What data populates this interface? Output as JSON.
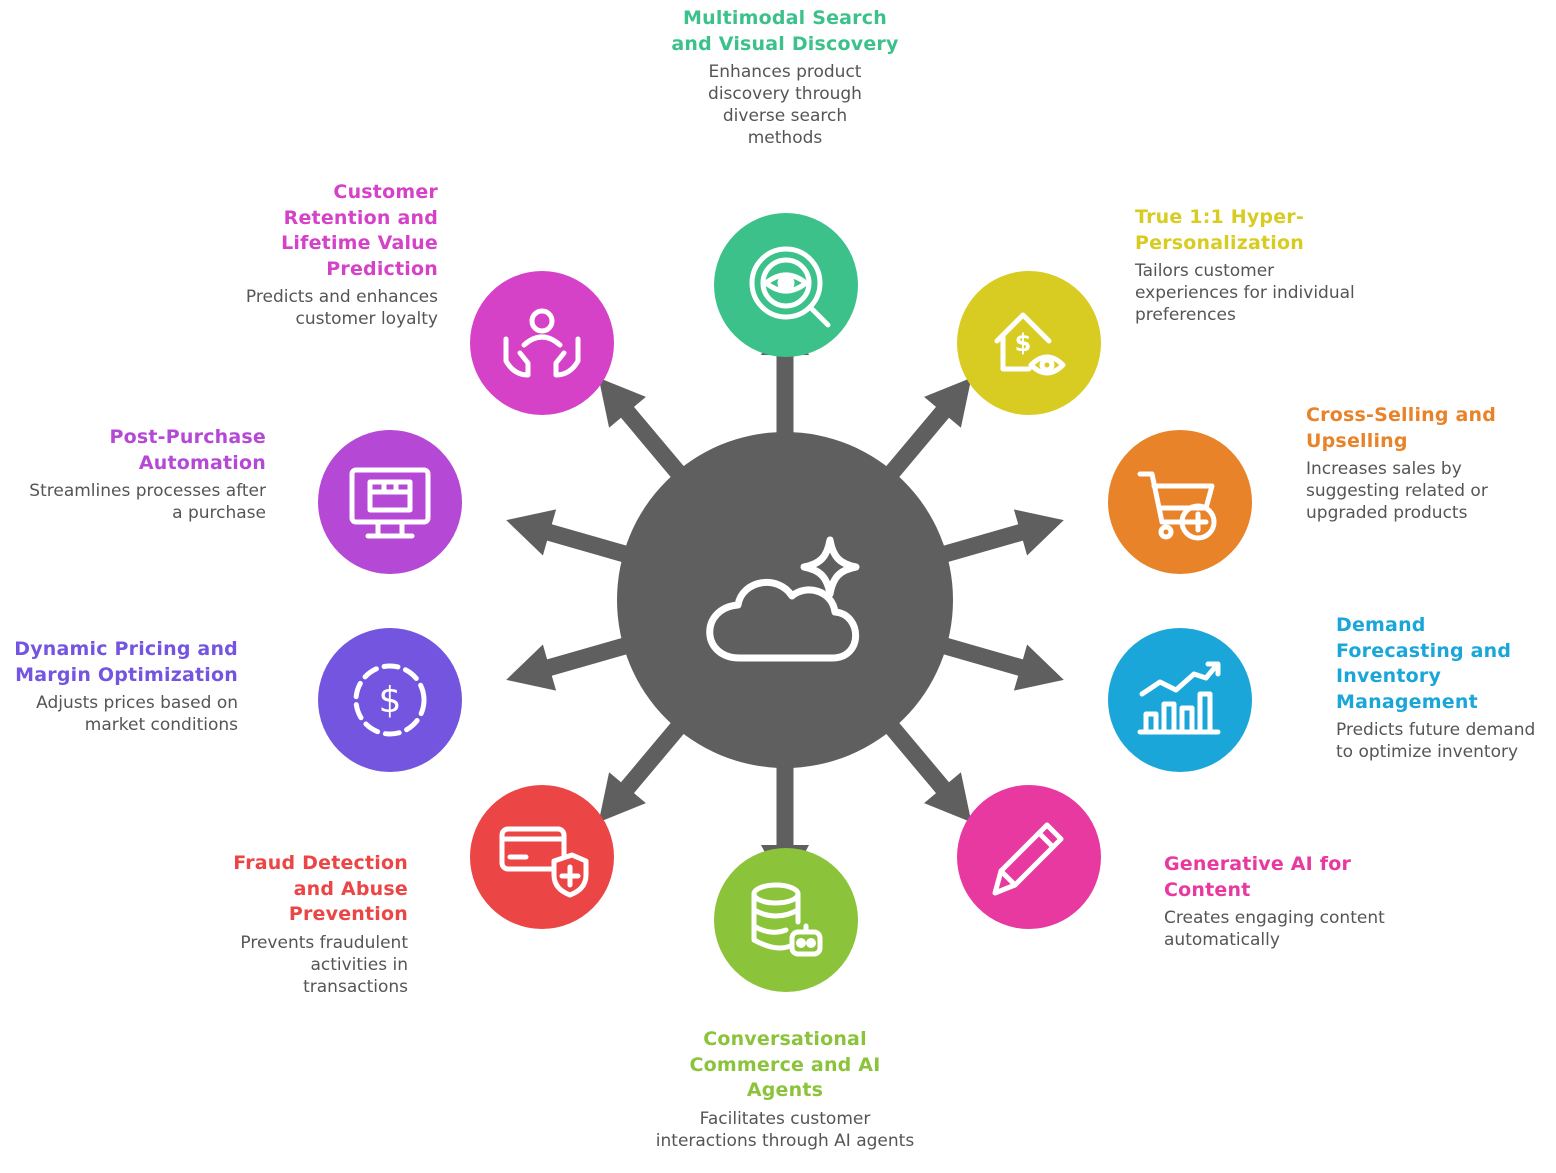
{
  "hub": {
    "color": "#5f5f5f",
    "icon": "cloud-sparkle-icon"
  },
  "items": [
    {
      "key": "multimodal",
      "title": "Multimodal Search and Visual Discovery",
      "desc": "Enhances product discovery through diverse search methods",
      "color": "#3cc18b",
      "icon": "eye-search-icon"
    },
    {
      "key": "personalization",
      "title": "True 1:1 Hyper-Personalization",
      "desc": "Tailors customer experiences for individual preferences",
      "color": "#d8cc22",
      "icon": "house-dollar-eye-icon"
    },
    {
      "key": "crossselling",
      "title": "Cross-Selling and Upselling",
      "desc": "Increases sales by suggesting related or upgraded products",
      "color": "#e8832a",
      "icon": "cart-plus-icon"
    },
    {
      "key": "demand",
      "title": "Demand Forecasting and Inventory Management",
      "desc": "Predicts future demand to optimize inventory",
      "color": "#1aa6d9",
      "icon": "growth-chart-icon"
    },
    {
      "key": "generative",
      "title": "Generative AI for Content",
      "desc": "Creates engaging content automatically",
      "color": "#e7399f",
      "icon": "pen-icon"
    },
    {
      "key": "conversational",
      "title": "Conversational Commerce and AI Agents",
      "desc": "Facilitates customer interactions through AI agents",
      "color": "#8bc33a",
      "icon": "database-bot-icon"
    },
    {
      "key": "fraud",
      "title": "Fraud Detection and Abuse Prevention",
      "desc": "Prevents fraudulent activities in transactions",
      "color": "#ec4545",
      "icon": "card-shield-icon"
    },
    {
      "key": "pricing",
      "title": "Dynamic Pricing and Margin Optimization",
      "desc": "Adjusts prices based on market conditions",
      "color": "#7455e0",
      "icon": "dollar-circle-icon"
    },
    {
      "key": "postpurchase",
      "title": "Post-Purchase Automation",
      "desc": "Streamlines processes after a purchase",
      "color": "#b549d6",
      "icon": "monitor-box-icon"
    },
    {
      "key": "retention",
      "title": "Customer Retention and Lifetime Value Prediction",
      "desc": "Predicts and enhances customer loyalty",
      "color": "#d542c8",
      "icon": "hands-person-icon"
    }
  ]
}
